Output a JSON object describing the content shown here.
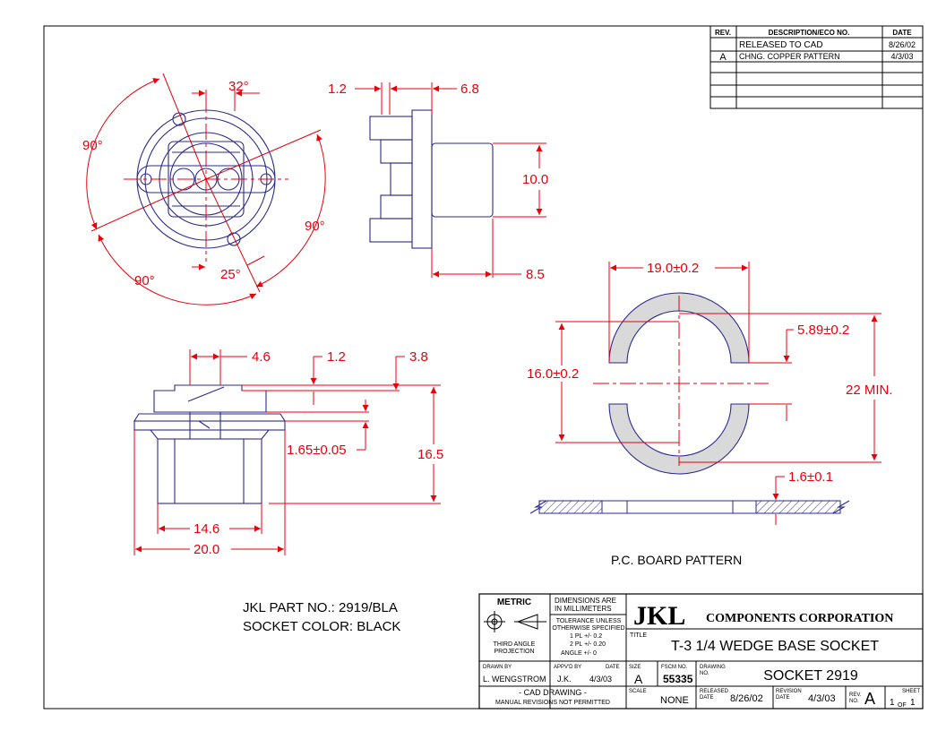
{
  "revision_table": {
    "headers": {
      "rev": "REV.",
      "description": "DESCRIPTION/ECO NO.",
      "date": "DATE"
    },
    "rows": [
      {
        "rev": "",
        "description": "RELEASED TO CAD",
        "date": "8/26/02"
      },
      {
        "rev": "A",
        "description": "CHNG. COPPER PATTERN",
        "date": "4/3/03"
      }
    ]
  },
  "dimensions": {
    "front": {
      "angle_top": "32°",
      "angle_left": "90°",
      "angle_right": "90°",
      "angle_bottom_left": "90°",
      "angle_bottom": "25°"
    },
    "side": {
      "d1": "1.2",
      "d2": "6.8",
      "d3": "10.0",
      "d4": "8.5"
    },
    "bottom": {
      "d1": "4.6",
      "d2": "1.2",
      "d3": "3.8",
      "d4": "1.65±0.05",
      "d5": "16.5",
      "d6": "14.6",
      "d7": "20.0"
    },
    "pcb": {
      "d1": "19.0±0.2",
      "d2": "5.89±0.2",
      "d3": "16.0±0.2",
      "d4": "22 MIN.",
      "d5": "1.6±0.1"
    }
  },
  "pcb_label": "P.C. BOARD PATTERN",
  "part_info": {
    "part_no": "JKL PART NO.:  2919/BLA",
    "color": "SOCKET COLOR:  BLACK"
  },
  "title_block": {
    "metric": "METRIC",
    "third_angle_1": "THIRD ANGLE",
    "third_angle_2": "PROJECTION",
    "dims_are_1": "DIMENSIONS ARE",
    "dims_are_2": "IN MILLIMETERS",
    "tol_1": "TOLERANCE UNLESS",
    "tol_2": "OTHERWISE SPECIFIED",
    "tol_3": "1 PL +/-  0.2",
    "tol_4": "2 PL +/-  0.20",
    "tol_5": "ANGLE +/-  0",
    "company_logo": "JKL",
    "company_name": "COMPONENTS  CORPORATION",
    "title_label": "TITLE",
    "title": "T-3 1/4 WEDGE BASE SOCKET",
    "drawn_by_label": "DRAWN BY",
    "drawn_by": "L. WENGSTROM",
    "appvd_by_label": "APPV'D BY",
    "date_label": "DATE",
    "appvd_by": "J.K.",
    "appvd_date": "4/3/03",
    "size_label": "SIZE",
    "size": "A",
    "fscm_label": "FSCM NO.",
    "fscm": "55335",
    "drawing_label_1": "DRAWING",
    "drawing_label_2": "NO.",
    "drawing_no": "SOCKET 2919",
    "cad_1": "- CAD DRAWING -",
    "cad_2": "MANUAL REVISIONS NOT PERMITTED",
    "scale_label": "SCALE",
    "scale": "NONE",
    "released_label_1": "RELEASED",
    "released_label_2": "DATE",
    "released_date": "8/26/02",
    "revision_label_1": "REVISION",
    "revision_label_2": "DATE",
    "revision_date": "4/3/03",
    "rev_label_1": "REV.",
    "rev_label_2": "NO.",
    "rev": "A",
    "sheet_label": "SHEET",
    "sheet_num": "1",
    "sheet_of": "OF",
    "sheet_total": "1"
  }
}
